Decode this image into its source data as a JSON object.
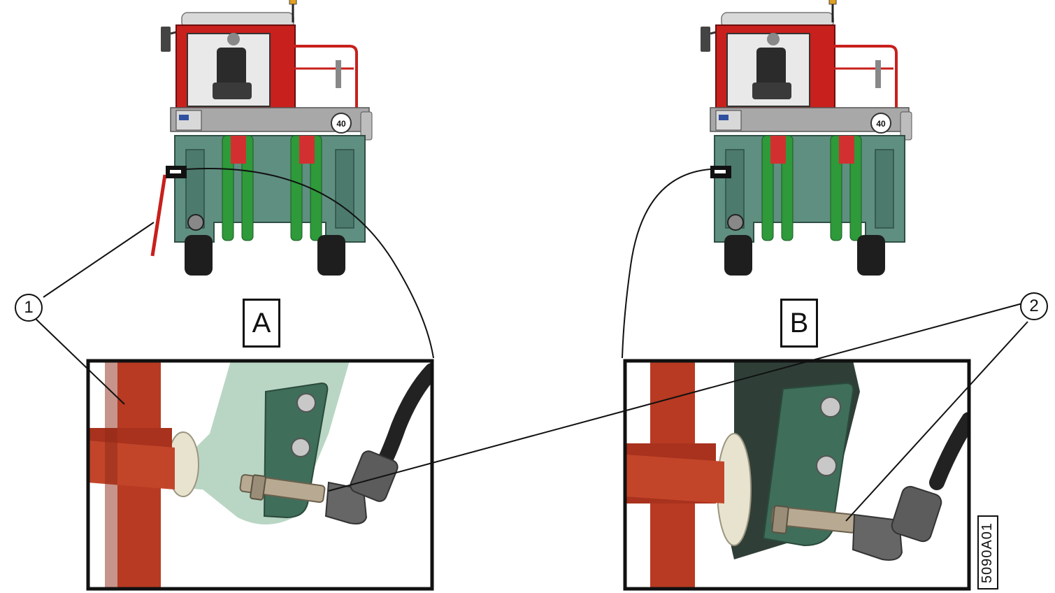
{
  "panels": [
    {
      "label": "A",
      "callout": "1"
    },
    {
      "label": "B",
      "callout": "2"
    }
  ],
  "reference_code": "5090A01",
  "colors": {
    "cab_red": "#c8201c",
    "frame_red": "#b83a22",
    "chassis_green": "#5f8f80",
    "belt_green": "#2e9a3a",
    "bracket_green": "#3f6e5a",
    "pale_green": "#b9d6c4",
    "sensor_metal": "#b8aa92",
    "connector_gray": "#666666",
    "line": "#111111"
  }
}
